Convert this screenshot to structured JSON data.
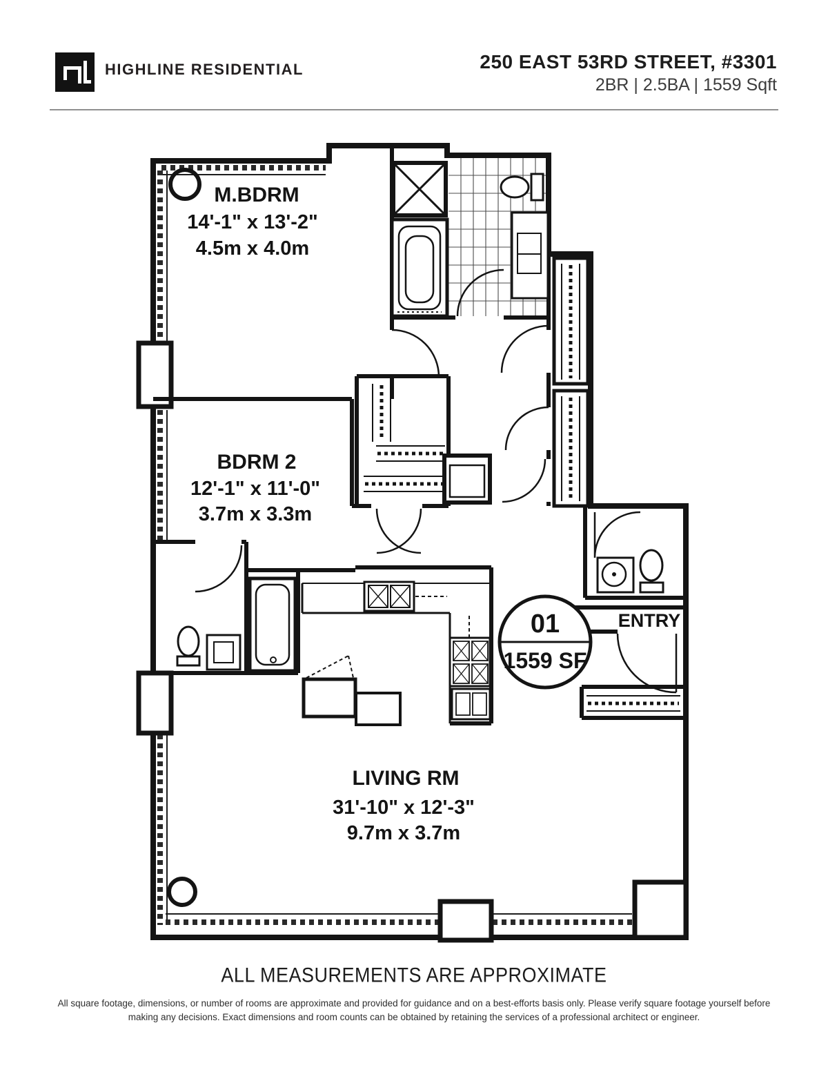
{
  "header": {
    "brand": "HIGHLINE RESIDENTIAL",
    "address": "250 EAST 53RD STREET, #3301",
    "specs": "2BR | 2.5BA | 1559 Sqft"
  },
  "floor_plan": {
    "rooms": [
      {
        "name": "M.BDRM",
        "dims_ft": "14'-1\" x 13'-2\"",
        "dims_m": "4.5m x 4.0m"
      },
      {
        "name": "BDRM 2",
        "dims_ft": "12'-1\" x 11'-0\"",
        "dims_m": "3.7m x 3.3m"
      },
      {
        "name": "LIVING RM",
        "dims_ft": "31'-10\" x 12'-3\"",
        "dims_m": "9.7m x 3.7m"
      }
    ],
    "unit": {
      "number": "01",
      "area": "1559 SF"
    },
    "entry_label": "ENTRY"
  },
  "footer": {
    "notice": "ALL MEASUREMENTS ARE APPROXIMATE",
    "disclaimer": "All square footage, dimensions, or number of rooms are approximate and provided for guidance and on a best-efforts basis only. Please verify square footage yourself before making any decisions. Exact dimensions and room counts can be obtained by retaining the services of a professional architect or engineer."
  },
  "colors": {
    "ink": "#161616",
    "divider": "#8f8f8f",
    "logo_bg": "#121212"
  }
}
